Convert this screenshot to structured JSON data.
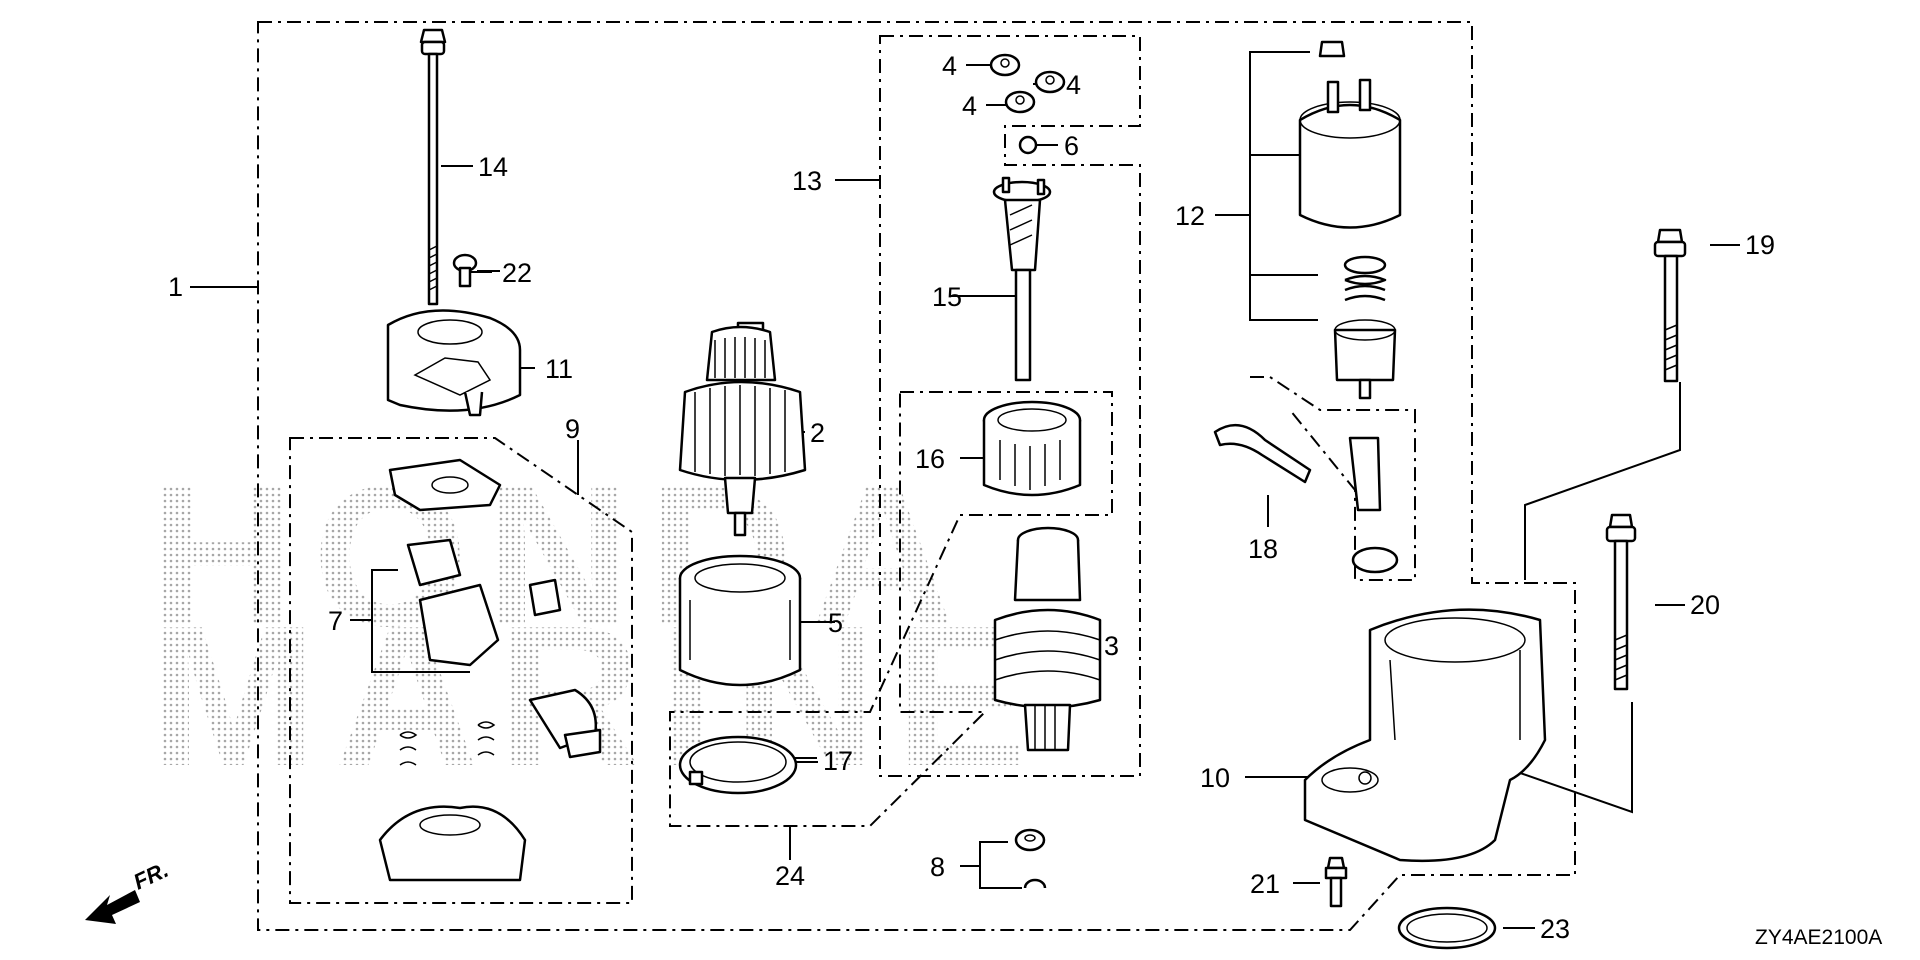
{
  "diagram": {
    "callouts": {
      "c1": "1",
      "c2": "2",
      "c3": "3",
      "c4a": "4",
      "c4b": "4",
      "c4c": "4",
      "c5": "5",
      "c6": "6",
      "c7": "7",
      "c8": "8",
      "c9": "9",
      "c10": "10",
      "c11": "11",
      "c12": "12",
      "c13": "13",
      "c14": "14",
      "c15": "15",
      "c16": "16",
      "c17": "17",
      "c18": "18",
      "c19": "19",
      "c20": "20",
      "c21": "21",
      "c22": "22",
      "c23": "23",
      "c24": "24"
    },
    "direction_label": "FR.",
    "diagram_code": "ZY4AE2100A",
    "watermark": {
      "line1": "HONDA",
      "line2": "MARINE"
    }
  }
}
